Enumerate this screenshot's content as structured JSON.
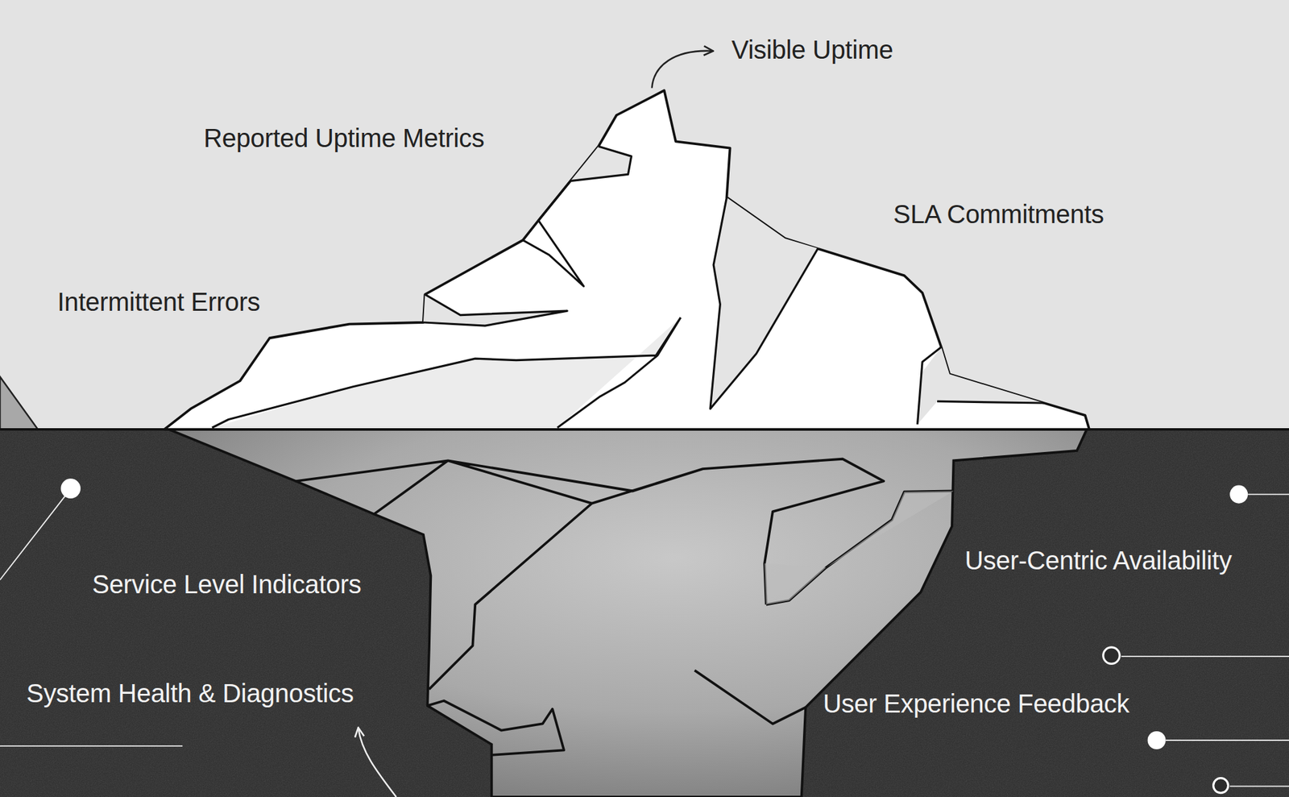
{
  "diagram": {
    "labels": [
      "Visible Uptime",
      "Reported Uptime Metrics",
      "SLA Commitments",
      "Intermittent Errors",
      "Service Level Indicators",
      "System Health & Diagnostics",
      "User-Centric Availability",
      "User Experience Feedback"
    ]
  }
}
